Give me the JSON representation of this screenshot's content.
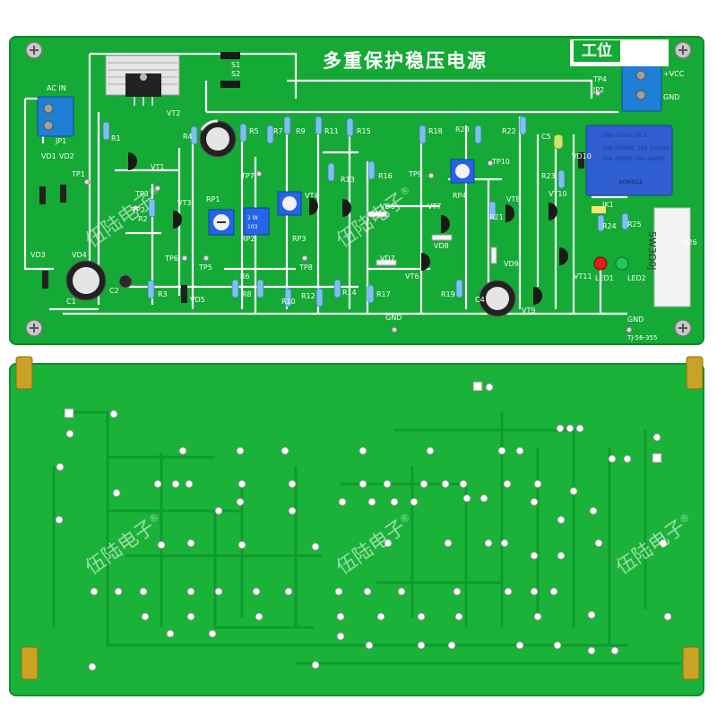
{
  "top_board": {
    "title": "多重保护稳压电源",
    "station_label": "工位",
    "board_code": "TJ-56-355",
    "connectors": {
      "ac_in": "AC IN",
      "jp1": "JP1",
      "vcc": "+VCC",
      "gnd": "GND",
      "tp4": "TP4",
      "jp2": "JP2",
      "gnd_bottom": "GND",
      "gnd_right": "GND"
    },
    "labels": [
      "S1",
      "S2",
      "VT2",
      "R1",
      "VD1",
      "VD2",
      "TP1",
      "VT1",
      "TP3",
      "TP2",
      "R2",
      "VD3",
      "VD4",
      "C2",
      "C1",
      "R3",
      "VD5",
      "R4",
      "R5",
      "R7",
      "R9",
      "R11",
      "R15",
      "R18",
      "R20",
      "R22",
      "C5",
      "VD10",
      "R13",
      "R16",
      "TP9",
      "TP10",
      "RP4",
      "VT3",
      "RP1",
      "RP2",
      "TP7",
      "RP3",
      "VT4",
      "VD6",
      "VT7",
      "R21",
      "VT8",
      "VT10",
      "R23",
      "JK1",
      "R24",
      "R25",
      "TP6",
      "TP5",
      "TP8",
      "VD8",
      "VD7",
      "VT6",
      "VD9",
      "VT11",
      "LED1",
      "LED2",
      "R6",
      "R8",
      "R10",
      "R12",
      "R14",
      "R17",
      "R19",
      "VT9",
      "C4",
      "R26"
    ],
    "relay_lines": [
      "SRD-12VDC-SL-C",
      "10A 250VAC 10A 125VAC",
      "10A 30VDC 10A 28VDC",
      "SONGLE"
    ],
    "resistor_text": "5W3Ω0J",
    "pot_text": [
      "2 W",
      "103"
    ]
  },
  "watermark": "伍陆电子",
  "watermark_mark": "®",
  "colors": {
    "pcb_green": "#15a935",
    "pcb_green_back": "#1bb23a",
    "trace": "#ffffff",
    "relay_blue": "#2f5fd0",
    "pot_blue": "#2563eb",
    "led_red": "#e11d1d",
    "led_green": "#22c55e",
    "terminal_blue": "#1f7fd6"
  }
}
